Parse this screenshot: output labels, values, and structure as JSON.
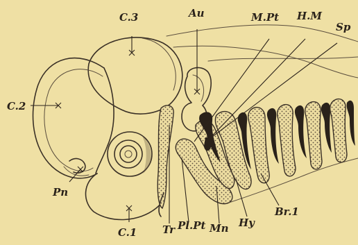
{
  "figure": {
    "background": "#efe0a4",
    "ink": "#2a221a",
    "labels": {
      "c3": "C.3",
      "au": "Au",
      "mpt": "M.Pt",
      "hm": "H.M",
      "sp": "Sp",
      "c2": "C.2",
      "pn": "Pn",
      "c1": "C.1",
      "tr": "Tr",
      "plpt": "Pl.Pt",
      "mn": "Mn",
      "hy": "Hy",
      "br1": "Br.1"
    }
  }
}
